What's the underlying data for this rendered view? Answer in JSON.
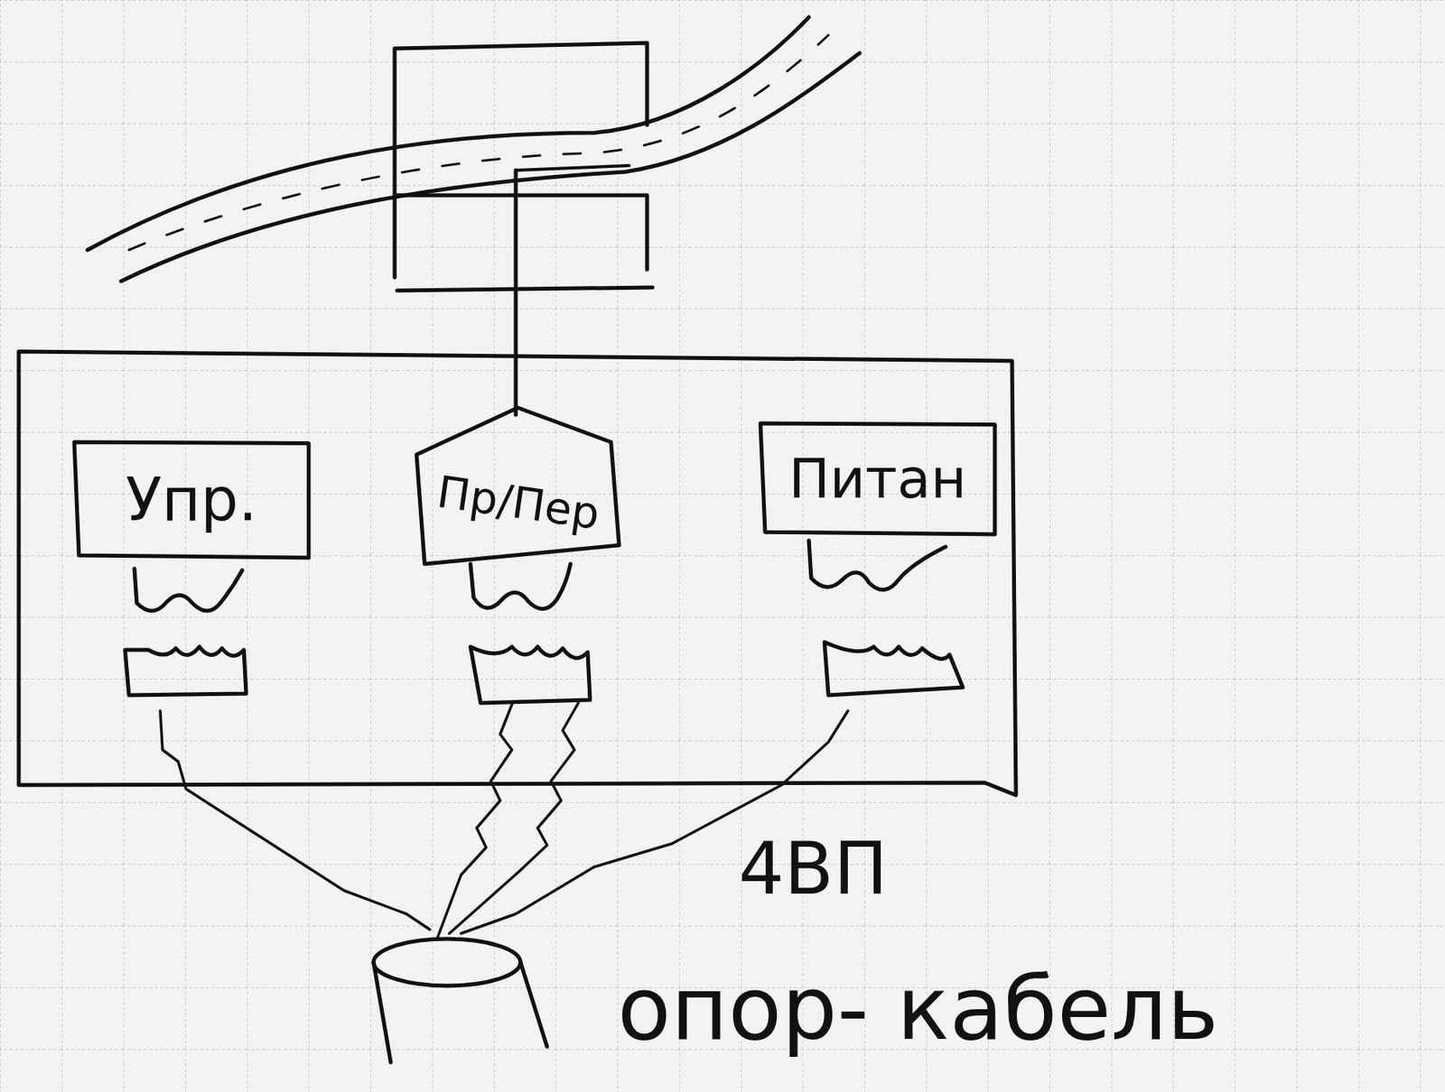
{
  "diagram": {
    "nodes": [
      {
        "text": [
          "Упр."
        ]
      },
      {
        "text": [
          "Пр/Пер"
        ]
      },
      {
        "text": [
          "Питан"
        ]
      }
    ],
    "labels": [
      "4ВП",
      "опор- кабель"
    ]
  }
}
